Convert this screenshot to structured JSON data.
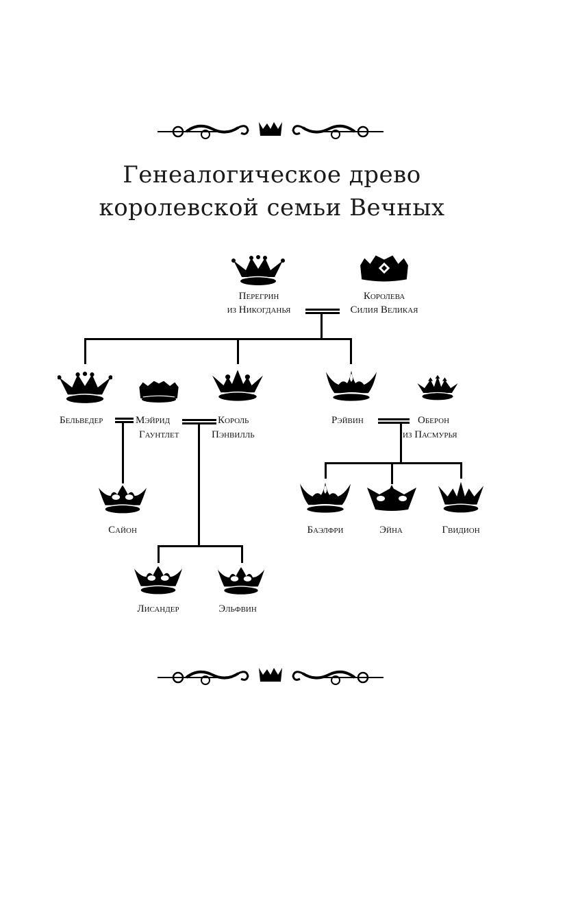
{
  "title": {
    "line1": "Генеалогическое древо",
    "line2": "королевской семьи Вечных"
  },
  "ornaments": {
    "top": "ornament-crown-divider",
    "bottom": "ornament-crown-divider"
  },
  "tree": {
    "generation1": {
      "peregrin": {
        "line1": "Перегрин",
        "line2": "из Никогданья",
        "icon": "crown-icon"
      },
      "queen_silia": {
        "line1": "Королева",
        "line2": "Силия Великая",
        "icon": "crown-diamond-icon"
      }
    },
    "generation2": {
      "belveder": {
        "line1": "Бельведер",
        "icon": "crown-icon"
      },
      "meyrid": {
        "line1": "Мэйрид",
        "line2": "Гаунтлет",
        "icon": "crown-low-icon"
      },
      "penvill": {
        "line1": "Король",
        "line2": "Пэнвилль",
        "icon": "crown-fleur-icon"
      },
      "reyvin": {
        "line1": "Рэйвин",
        "icon": "crown-lily-icon"
      },
      "oberon": {
        "line1": "Оберон",
        "line2": "из Пасмурья",
        "icon": "crown-cross-icon"
      }
    },
    "generation3": {
      "sayon": {
        "line1": "Сайон",
        "icon": "crown-icon"
      },
      "baelfri": {
        "line1": "Баэлфри",
        "icon": "crown-lily-icon"
      },
      "eyna": {
        "line1": "Эйна",
        "icon": "crown-icon"
      },
      "gvidion": {
        "line1": "Гвидион",
        "icon": "crown-spike-icon"
      }
    },
    "generation4": {
      "lisander": {
        "line1": "Лисандер",
        "icon": "crown-icon"
      },
      "elfvin": {
        "line1": "Эльфвин",
        "icon": "crown-icon"
      }
    }
  }
}
